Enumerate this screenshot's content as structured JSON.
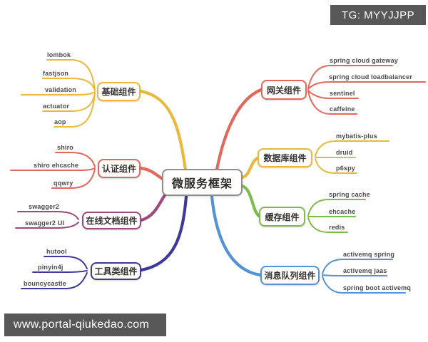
{
  "badge": {
    "label": "TG: MYYJJPP"
  },
  "watermark": {
    "label": "www.portal-qiukedao.com"
  },
  "central": {
    "label": "微服务框架"
  },
  "colors": {
    "yellow": "#e8b93e",
    "red": "#e0695c",
    "purple": "#9c4a7e",
    "indigo": "#3f3a99",
    "green": "#7eba4e",
    "blue": "#5494d6",
    "tag_bg": "#575757",
    "central_border": "#8f8f8f"
  },
  "branches": [
    {
      "label": "基础组件",
      "color": "#e8b93e",
      "children": [
        "lombok",
        "fastjson",
        "validation",
        "actuator",
        "aop"
      ]
    },
    {
      "label": "认证组件",
      "color": "#e0695c",
      "children": [
        "shiro",
        "shiro ehcache",
        "qqwry"
      ]
    },
    {
      "label": "在线文档组件",
      "color": "#9c4a7e",
      "children": [
        "swagger2",
        "swagger2 UI"
      ]
    },
    {
      "label": "工具类组件",
      "color": "#3f3a99",
      "children": [
        "hutool",
        "pinyin4j",
        "bouncycastle"
      ]
    },
    {
      "label": "网关组件",
      "color": "#e0695c",
      "children": [
        "spring cloud gateway",
        "spring cloud loadbalancer",
        "sentinel",
        "caffeine"
      ]
    },
    {
      "label": "数据库组件",
      "color": "#e8b93e",
      "children": [
        "mybatis-plus",
        "druid",
        "p6spy"
      ]
    },
    {
      "label": "缓存组件",
      "color": "#7eba4e",
      "children": [
        "spring cache",
        "ehcache",
        "redis"
      ]
    },
    {
      "label": "消息队列组件",
      "color": "#5494d6",
      "children": [
        "activemq spring",
        "activemq jaas",
        "spring boot activemq"
      ]
    }
  ]
}
